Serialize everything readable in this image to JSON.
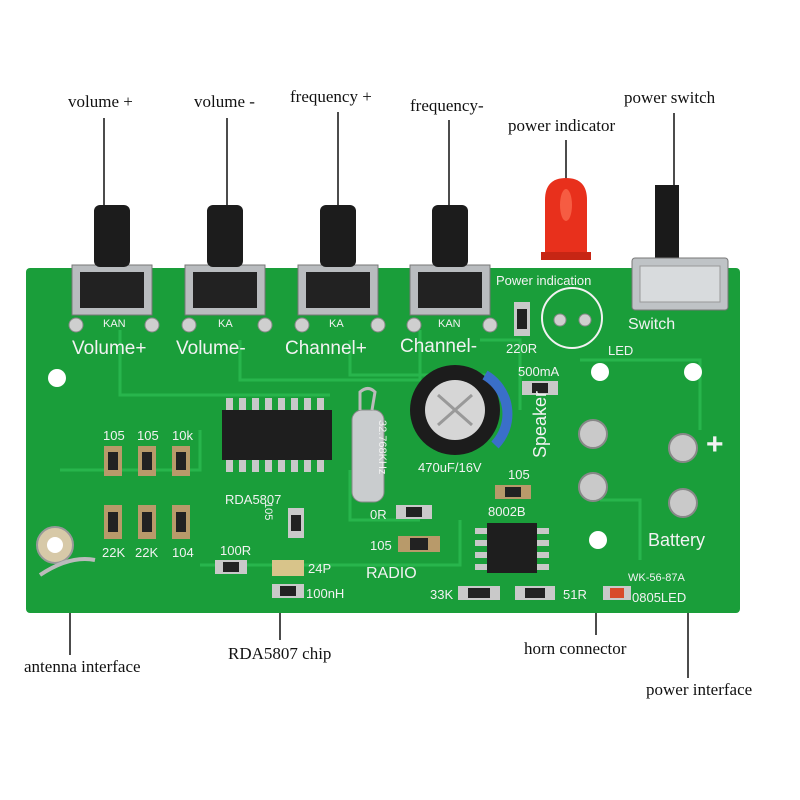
{
  "callouts": {
    "volume_plus": "volume +",
    "volume_minus": "volume -",
    "frequency_plus": "frequency +",
    "frequency_minus": "frequency-",
    "power_indicator": "power indicator",
    "power_switch": "power switch",
    "antenna_interface": "antenna interface",
    "rda5807_chip": "RDA5807 chip",
    "horn_connector": "horn connector",
    "power_interface": "power interface"
  },
  "silkscreen": {
    "volume_plus": "Volume+",
    "volume_minus": "Volume-",
    "channel_plus": "Channel+",
    "channel_minus": "Channel-",
    "power_indication": "Power indication",
    "switch": "Switch",
    "led": "LED",
    "r220": "220R",
    "ma500": "500mA",
    "speaker": "Speaker",
    "battery": "Battery",
    "plus": "+",
    "radio": "RADIO",
    "chip": "RDA5807",
    "crystal": "32.768KHz",
    "cap": "470uF/16V",
    "r105a": "105",
    "r105b": "105",
    "r10k": "10k",
    "r105c": "105",
    "r105d": "105",
    "r22k_a": "22K",
    "r22k_b": "22K",
    "r104": "104",
    "r100": "100R",
    "r0": "0R",
    "c24p": "24P",
    "l100nh": "100nH",
    "ic8002": "8002B",
    "r33k": "33K",
    "r51": "51R",
    "model": "WK-56-87A",
    "led0805": "0805LED",
    "kan1": "KAN",
    "ka1": "KA",
    "ka2": "KA",
    "kan2": "KAN",
    "c105v": "105"
  },
  "colors": {
    "pcb": "#1a9e3a",
    "pcb_dark": "#0f7a2a",
    "silkscreen": "#f2f2f2",
    "led": "#e8301c",
    "button": "#1c1c1c",
    "ic": "#1e1e1e"
  }
}
